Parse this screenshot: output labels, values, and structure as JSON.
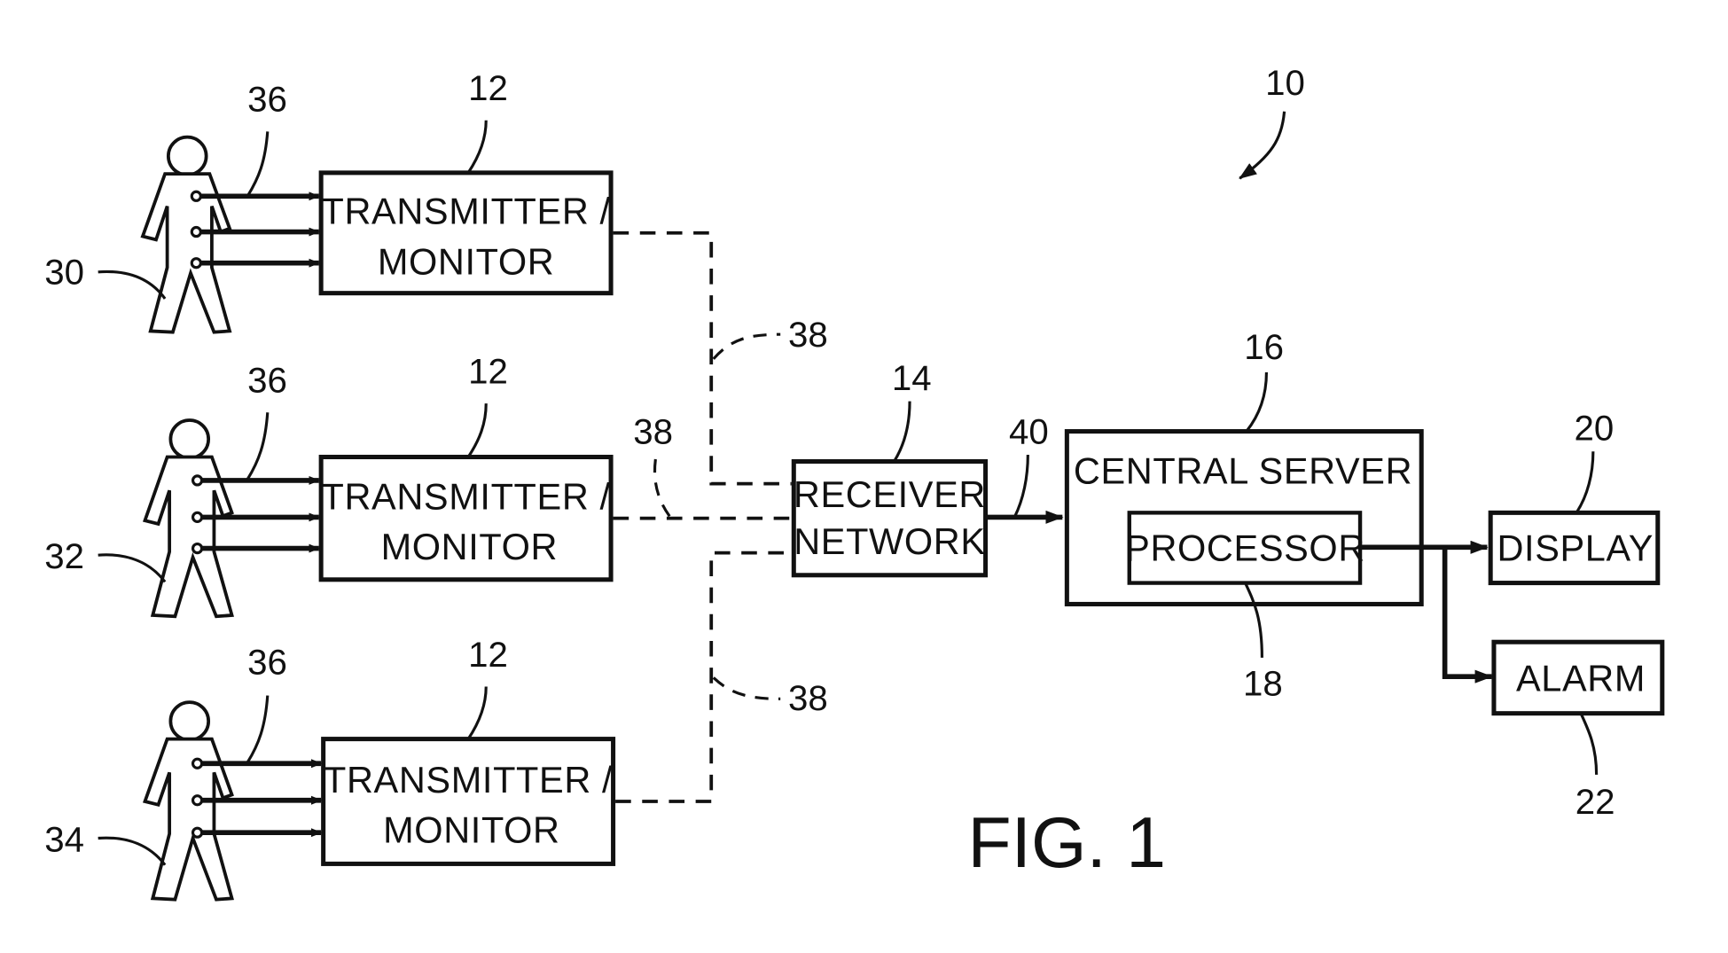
{
  "figure": {
    "title": "FIG. 1",
    "system_ref": "10",
    "patients": [
      {
        "ref": "30",
        "sensor_ref": "36",
        "monitor_ref": "12",
        "monitor_line1": "TRANSMITTER /",
        "monitor_line2": "MONITOR"
      },
      {
        "ref": "32",
        "sensor_ref": "36",
        "monitor_ref": "12",
        "monitor_line1": "TRANSMITTER /",
        "monitor_line2": "MONITOR"
      },
      {
        "ref": "34",
        "sensor_ref": "36",
        "monitor_ref": "12",
        "monitor_line1": "TRANSMITTER /",
        "monitor_line2": "MONITOR"
      }
    ],
    "wireless_links": [
      {
        "ref": "38"
      },
      {
        "ref": "38"
      },
      {
        "ref": "38"
      }
    ],
    "receiver": {
      "ref": "14",
      "line1": "RECEIVER",
      "line2": "NETWORK"
    },
    "link_ref": "40",
    "server": {
      "ref": "16",
      "label": "CENTRAL SERVER"
    },
    "processor": {
      "ref": "18",
      "label": "PROCESSOR"
    },
    "display": {
      "ref": "20",
      "label": "DISPLAY"
    },
    "alarm": {
      "ref": "22",
      "label": "ALARM"
    }
  }
}
